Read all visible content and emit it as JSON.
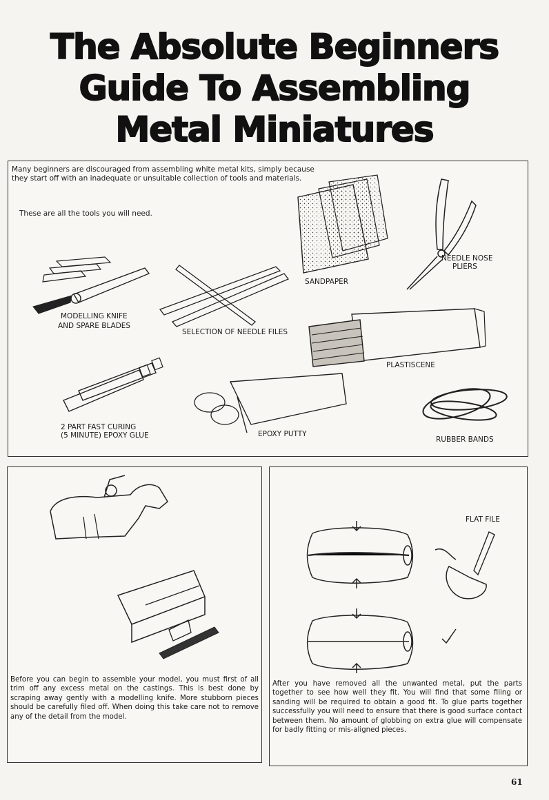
{
  "title": {
    "line1": "The Absolute Beginners",
    "line2": "Guide To Assembling",
    "line3": "Metal Miniatures"
  },
  "tools_panel": {
    "intro": "Many beginners are discouraged from assembling white metal kits, simply because they start off with an inadequate or unsuitable collection of tools and materials.",
    "intro2": "These are all the tools you will need.",
    "labels": {
      "sandpaper": "SANDPAPER",
      "pliers_1": "NEEDLE NOSE",
      "pliers_2": "PLIERS",
      "knife_1": "MODELLING KNIFE",
      "knife_2": "AND SPARE BLADES",
      "files": "SELECTION OF NEEDLE FILES",
      "plastiscene": "PLASTISCENE",
      "glue_1": "2 PART FAST CURING",
      "glue_2": "(5 MINUTE) EPOXY GLUE",
      "putty": "EPOXY PUTTY",
      "bands": "RUBBER BANDS"
    }
  },
  "trim_panel": {
    "caption": "Before you can begin to assemble your model, you must first of all trim off any excess metal on the castings. This is best done by scraping away gently with a modelling knife. More stubborn pieces should be carefully filed off. When doing this take care not to remove any of the detail from the model."
  },
  "fit_panel": {
    "flat_file_label": "FLAT FILE",
    "caption": "After you have removed all the unwanted metal, put the parts together to see how well they fit. You will find that some filing or sanding will be required to obtain a good fit. To glue parts together successfully you will need to ensure that there is good surface contact between them. No amount of globbing on extra glue will compensate for badly fitting or mis-aligned pieces."
  },
  "page_number": "61"
}
